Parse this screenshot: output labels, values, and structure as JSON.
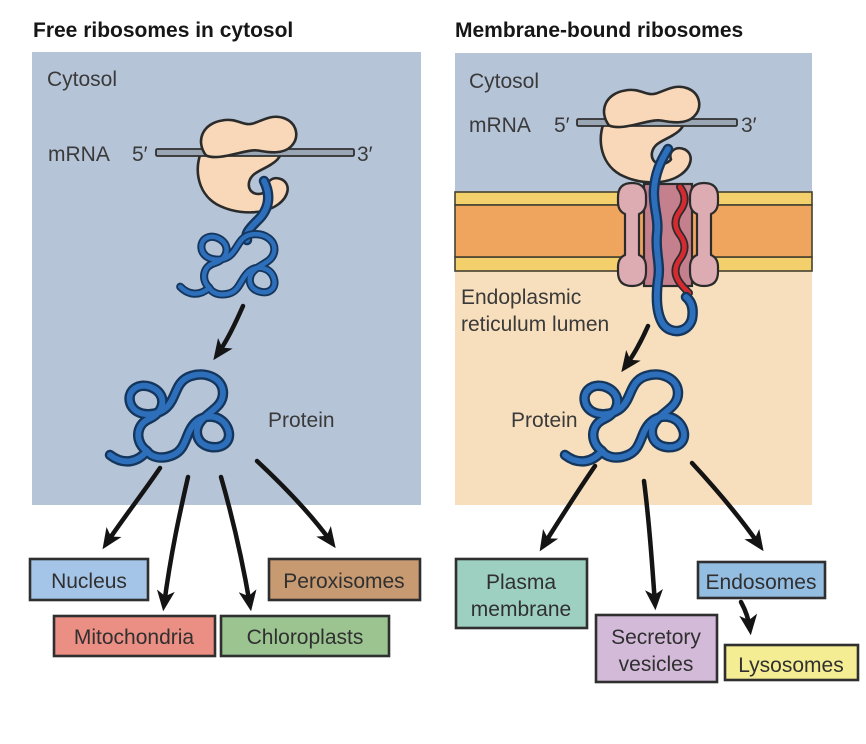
{
  "figure": {
    "left": {
      "title": "Free ribosomes in cytosol",
      "cytosol_label": "Cytosol",
      "mrna_label": "mRNA",
      "five_prime": "5′",
      "three_prime": "3′",
      "protein_label": "Protein",
      "targets": [
        {
          "label": "Nucleus",
          "color": "#a4c5e7"
        },
        {
          "label": "Mitochondria",
          "color": "#eb8e83"
        },
        {
          "label": "Chloroplasts",
          "color": "#9bc491"
        },
        {
          "label": "Peroxisomes",
          "color": "#c79a72"
        }
      ]
    },
    "right": {
      "title": "Membrane-bound ribosomes",
      "cytosol_label": "Cytosol",
      "mrna_label": "mRNA",
      "five_prime": "5′",
      "three_prime": "3′",
      "er_lumen_line1": "Endoplasmic",
      "er_lumen_line2": "reticulum lumen",
      "protein_label": "Protein",
      "targets": [
        {
          "label": "Plasma",
          "label2": "membrane",
          "color": "#9dd0c1"
        },
        {
          "label": "Secretory",
          "label2": "vesicles",
          "color": "#d3bad9"
        },
        {
          "label": "Endosomes",
          "color": "#94bde2"
        },
        {
          "label": "Lysosomes",
          "color": "#f4ed94"
        }
      ]
    },
    "colors": {
      "cytosol_bg": "#b6c4d8",
      "er_lumen_bg": "#f7dfbd",
      "membrane_orange": "#f0a55e",
      "membrane_yellow": "#f3d06c",
      "translocon_pink": "#dcacb2",
      "translocon_channel": "#c5808e",
      "ribosome": "#f8d8b8",
      "mrna_bar": "#9aa6b4",
      "protein_chain_blue": "#2d6fbb",
      "signal_sequence_red": "#d42a30",
      "arrow_black": "#141414"
    }
  }
}
